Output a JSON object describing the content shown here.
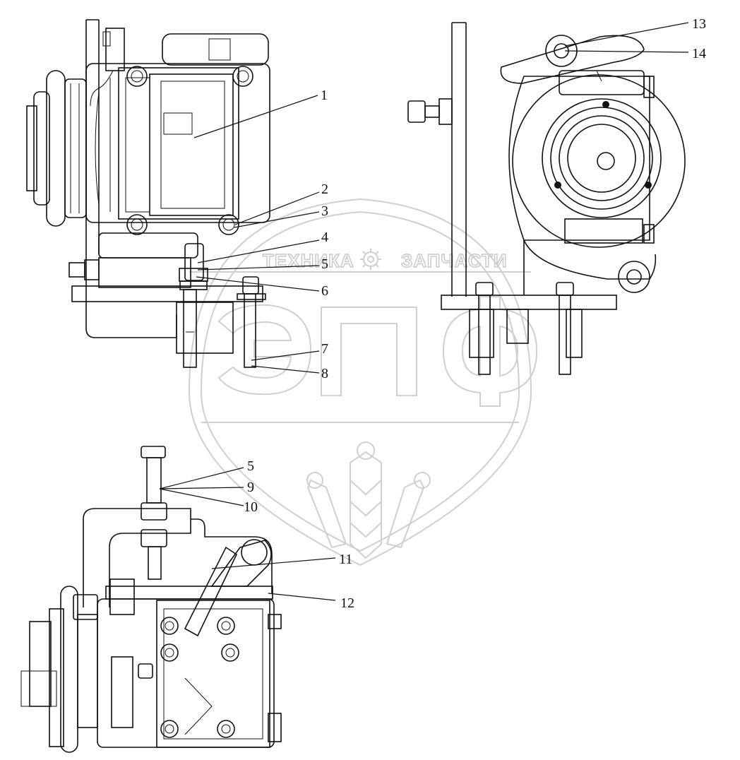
{
  "watermark": {
    "text_left": "ТЕХНИКА",
    "text_right": "ЗАПЧАСТИ",
    "logo_letters": "ЭПФ"
  },
  "callouts": [
    {
      "id": "c1",
      "label": "1"
    },
    {
      "id": "c2",
      "label": "2"
    },
    {
      "id": "c3",
      "label": "3"
    },
    {
      "id": "c4",
      "label": "4"
    },
    {
      "id": "c5a",
      "label": "5"
    },
    {
      "id": "c6",
      "label": "6"
    },
    {
      "id": "c7",
      "label": "7"
    },
    {
      "id": "c8",
      "label": "8"
    },
    {
      "id": "c5b",
      "label": "5"
    },
    {
      "id": "c9",
      "label": "9"
    },
    {
      "id": "c10",
      "label": "10"
    },
    {
      "id": "c11",
      "label": "11"
    },
    {
      "id": "c12",
      "label": "12"
    },
    {
      "id": "c13",
      "label": "13"
    },
    {
      "id": "c14",
      "label": "14"
    }
  ]
}
